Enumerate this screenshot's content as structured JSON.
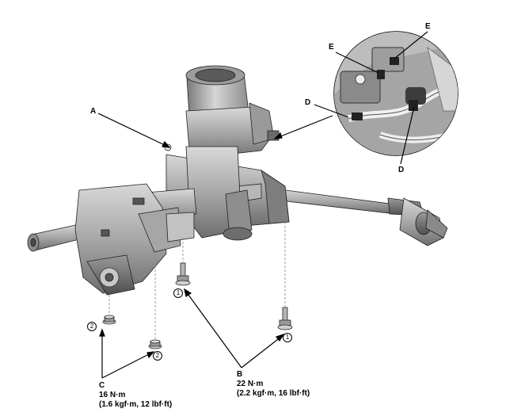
{
  "callouts": {
    "a": "A",
    "b": "B",
    "c": "C",
    "d_upper": "D",
    "d_lower": "D",
    "e_left": "E",
    "e_right": "E"
  },
  "torque_b": {
    "value": "22 N·m",
    "alt": "(2.2 kgf·m, 16 lbf·ft)"
  },
  "torque_c": {
    "value": "16 N·m",
    "alt": "(1.6 kgf·m, 12 lbf·ft)"
  },
  "fastener_ids": {
    "bolt_center": "1",
    "bolt_right": "1",
    "nut_left": "2",
    "nut_center": "2"
  }
}
